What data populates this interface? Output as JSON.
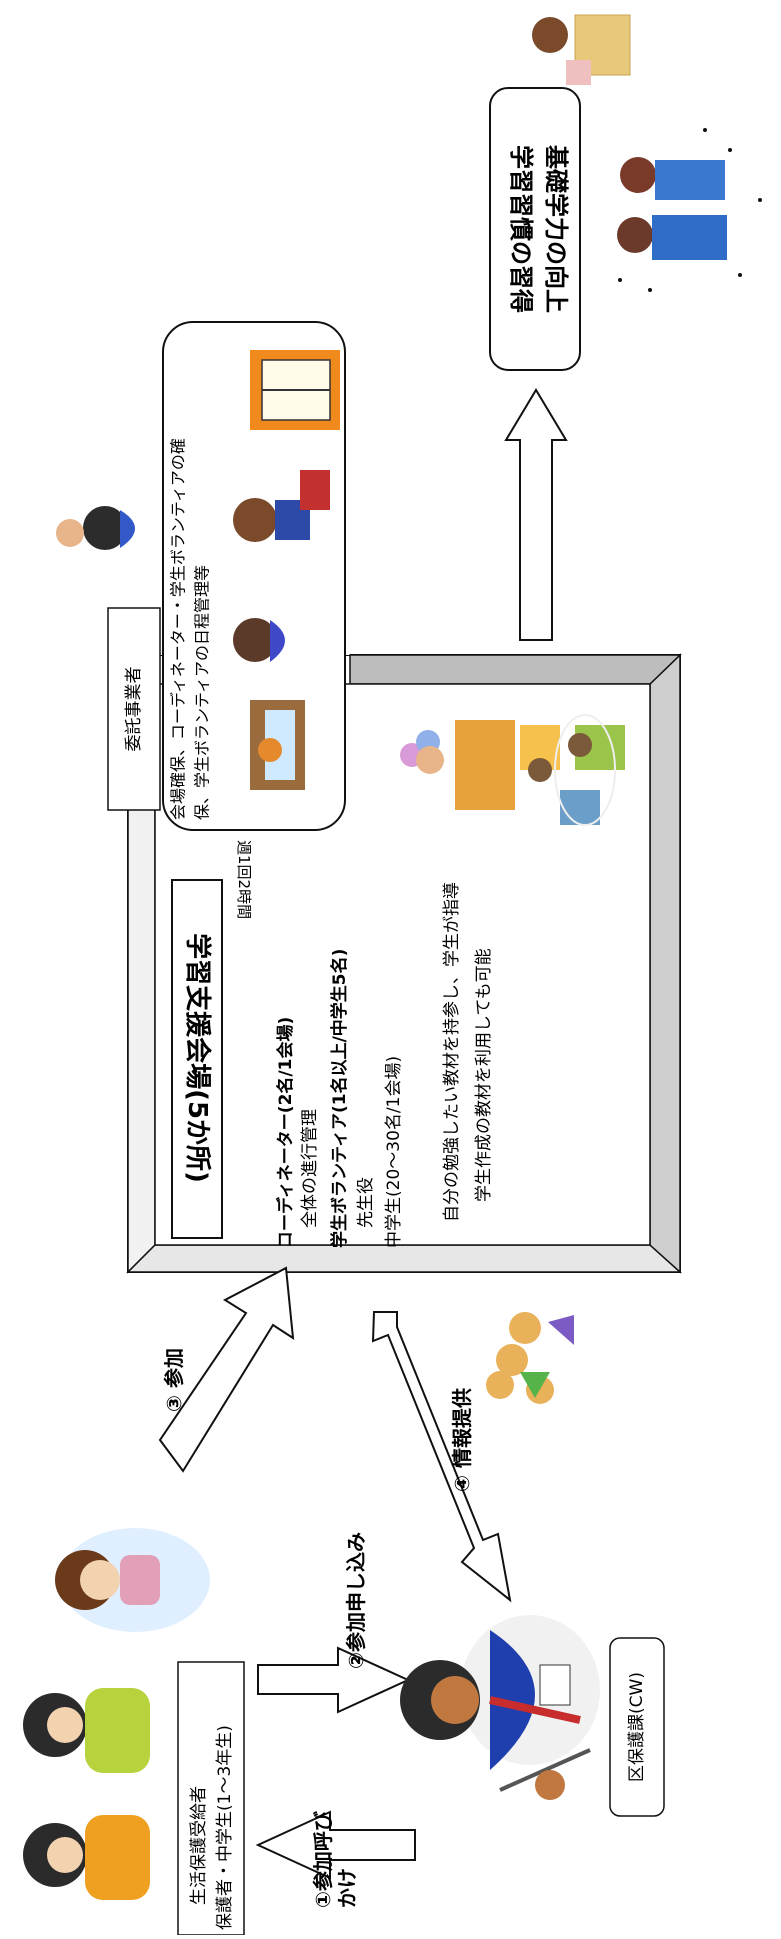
{
  "title": "学習支援会場(5か所)",
  "frequency": "週1回2時間",
  "venue": {
    "coordinator_label": "コーディネーター(2名/1会場)",
    "coordinator_role": "全体の進行管理",
    "volunteer_label": "学生ボランティア(1名以上/中学生5名)",
    "volunteer_role": "先生役",
    "student_label": "中学生(20〜30名/1会場)",
    "note_line1": "自分の勉強したい教材を持参し、学生が指導",
    "note_line2": "学生作成の教材を利用しても可能"
  },
  "contractor": {
    "label": "委託事業者",
    "line1": "会場確保、コーディネーター・学生ボランティアの確",
    "line2": "保、学生ボランティアの日程管理等"
  },
  "outcome": {
    "line1": "学習習慣の習得",
    "line2": "基礎学力の向上"
  },
  "recipients": {
    "line1": "生活保護受給者",
    "line2": "保護者・中学生(1〜3年生)"
  },
  "ward": {
    "label": "区保護課(CW)"
  },
  "steps": {
    "step1_line1": "①参加呼び",
    "step1_line2": "かけ",
    "step2": "②参加申し込み",
    "step3": "③ 参加",
    "step4": "④ 情報提供"
  },
  "colors": {
    "frame": "#cfcfcf",
    "line": "#111111",
    "coordinator_blue": "#1f3fae",
    "person_orange": "#f0a020",
    "person_green": "#b6d23c"
  }
}
